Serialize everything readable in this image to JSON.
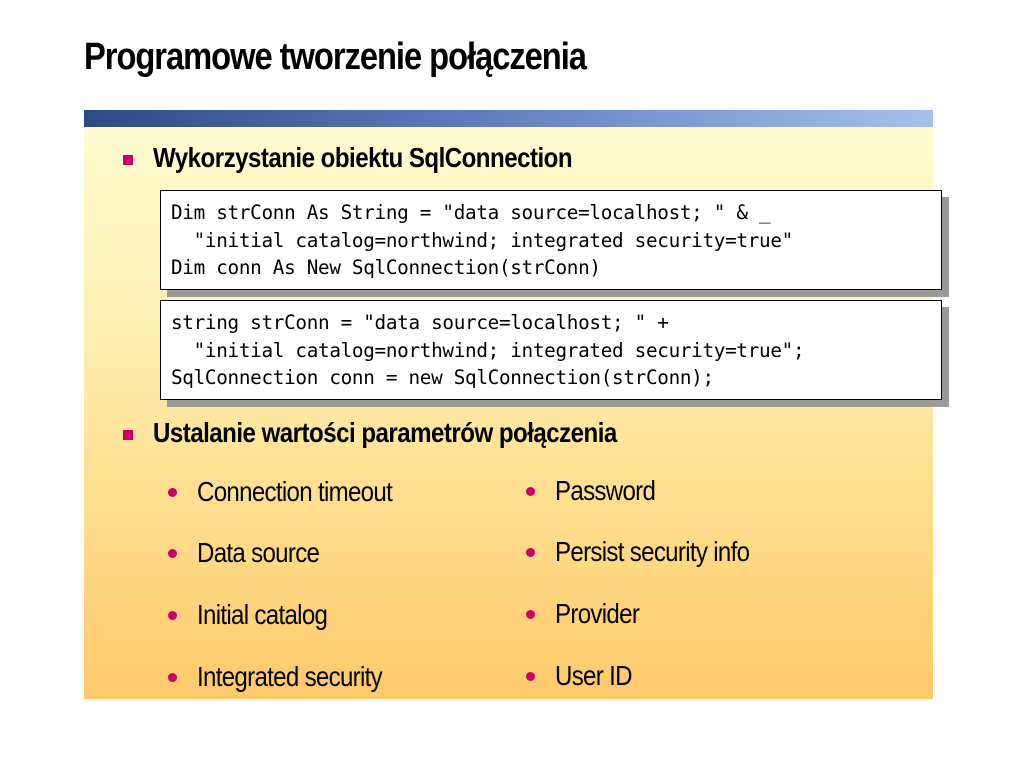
{
  "slide": {
    "title": "Programowe tworzenie połączenia"
  },
  "bullets": {
    "first": "Wykorzystanie obiektu SqlConnection",
    "second": "Ustalanie wartości parametrów połączenia"
  },
  "code_vb": [
    "Dim strConn As String = \"data source=localhost; \" & _",
    "  \"initial catalog=northwind; integrated security=true\"",
    "Dim conn As New SqlConnection(strConn)"
  ],
  "code_cs": [
    "string strConn = \"data source=localhost; \" +",
    "  \"initial catalog=northwind; integrated security=true\";",
    "SqlConnection conn = new SqlConnection(strConn);"
  ],
  "params_left": [
    "Connection timeout",
    "Data source",
    "Initial catalog",
    "Integrated security"
  ],
  "params_right": [
    "Password",
    "Persist security info",
    "Provider",
    "User ID"
  ],
  "colors": {
    "accent": "#cc0066",
    "title_bar_dark": "#2b4a86",
    "title_bar_light": "#a8c1ea",
    "panel_top": "#fffcd2",
    "panel_bottom": "#ffc96c"
  }
}
